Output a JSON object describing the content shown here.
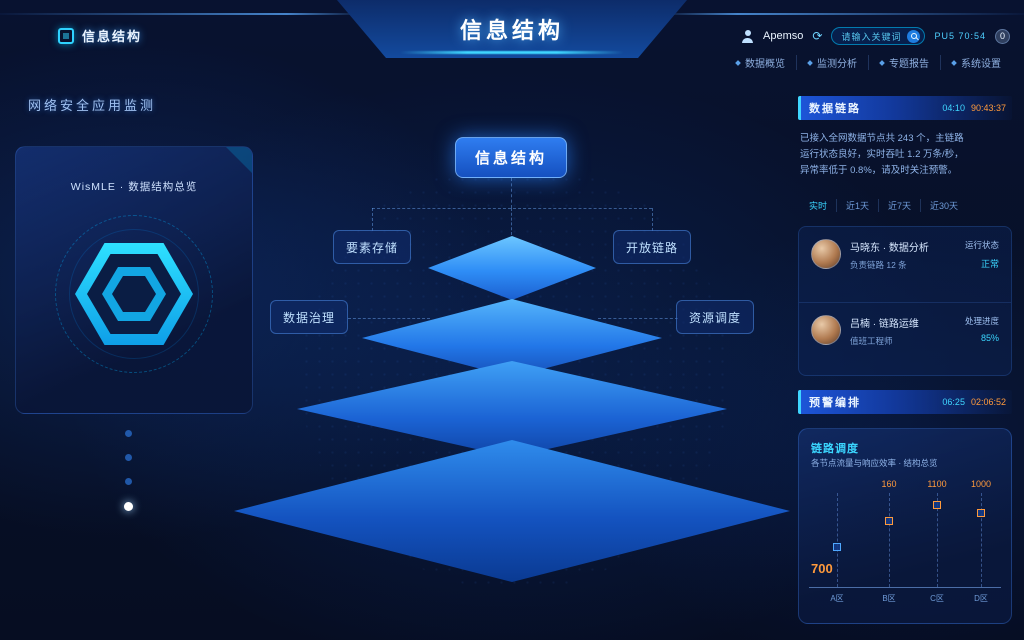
{
  "header": {
    "logo_text": "信息结构",
    "title": "信息结构",
    "user_name": "Apemso",
    "search_placeholder": "请输入关键词",
    "version_text": "PU5 70:54",
    "badge_count": "0",
    "nav_links": [
      {
        "label": "数据概览"
      },
      {
        "label": "监测分析"
      },
      {
        "label": "专题报告"
      },
      {
        "label": "系统设置"
      }
    ]
  },
  "left_panel": {
    "section_label": "网络安全应用监测",
    "card_title": "WisMLE · 数据结构总览"
  },
  "diagram": {
    "top_label": "信息结构",
    "labels": [
      {
        "text": "要素存储"
      },
      {
        "text": "数据治理"
      },
      {
        "text": "开放链路"
      },
      {
        "text": "资源调度"
      }
    ]
  },
  "sidebar": {
    "section1": {
      "title": "数据链路",
      "time": "04:10",
      "value": "90:43:37"
    },
    "summary": {
      "line1": "已接入全网数据节点共 243 个，主链路",
      "line2": "运行状态良好，实时吞吐 1.2 万条/秒，",
      "line3": "异常率低于 0.8%，请及时关注预警。"
    },
    "tabs": [
      {
        "label": "实时"
      },
      {
        "label": "近1天"
      },
      {
        "label": "近7天"
      },
      {
        "label": "近30天"
      }
    ],
    "members": [
      {
        "name": "马晓东 · 数据分析",
        "meta": "负责链路 12 条",
        "right1": "运行状态",
        "right2": "正常"
      },
      {
        "name": "吕楠 · 链路运维",
        "meta": "值班工程师",
        "right1": "处理进度",
        "right2": "85%"
      }
    ],
    "section2": {
      "title": "预警编排",
      "time": "06:25",
      "value": "02:06:52"
    },
    "monitor": {
      "title": "链路调度",
      "subtitle": "各节点流量与响应效率 · 结构总览"
    }
  },
  "chart_data": {
    "type": "bar",
    "title": "链路调度",
    "categories": [
      "A区",
      "B区",
      "C区",
      "D区"
    ],
    "values": [
      700,
      160,
      1100,
      1000
    ],
    "xlabel": "",
    "ylabel": "",
    "legend_position": "none",
    "accent": "#ff9a3c"
  }
}
